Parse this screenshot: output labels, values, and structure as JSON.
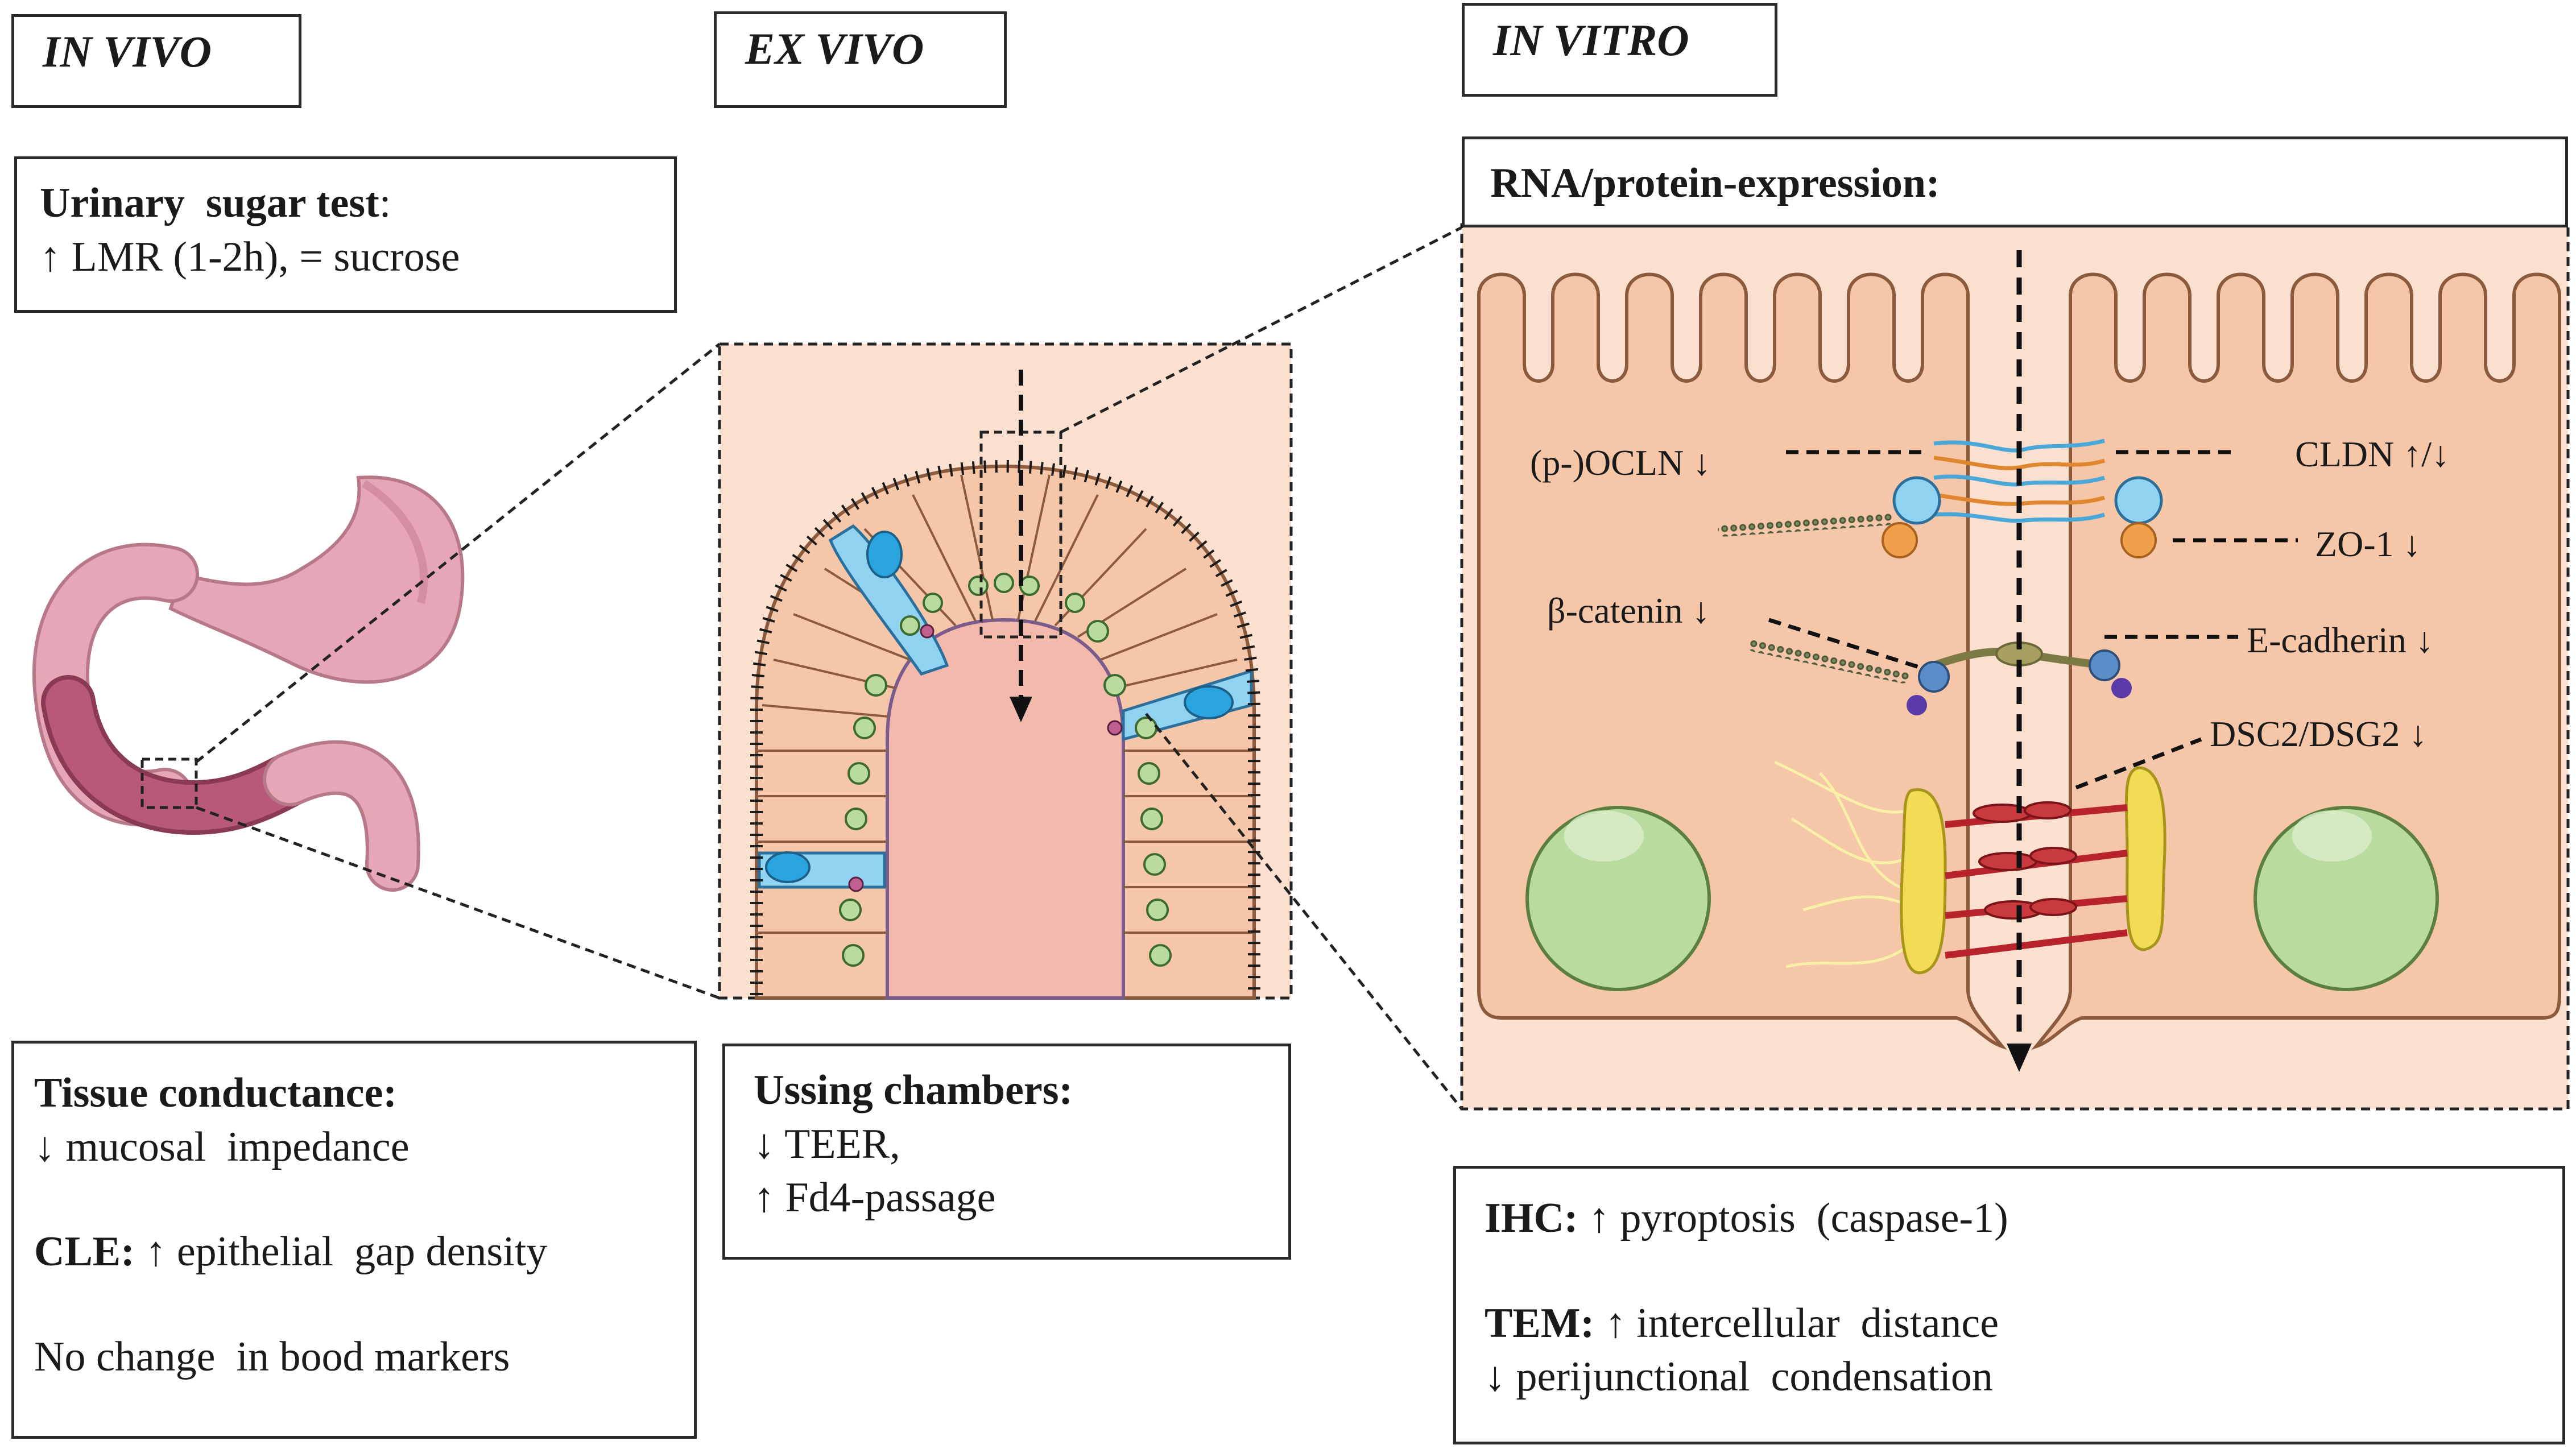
{
  "colors": {
    "cell_fill": "#f5c6a8",
    "cell_stroke": "#8c5a3c",
    "lumen_fill": "#f2b9ac",
    "background_pink": "#fbe0d0",
    "goblet_blue": "#8fd3f0",
    "nucleus_green": "#b9dc9e",
    "tj_blue": "#4aa8d8",
    "tj_orange": "#e0862f",
    "desmosome_red": "#b8232b",
    "desmosome_yellow": "#f2dc55",
    "stomach_pink": "#e6a6b6"
  },
  "in_vivo": {
    "header": "IN VIVO",
    "test_box": {
      "title": "Urinary  sugar test",
      "title_suffix": ":",
      "line1": "↑ LMR (1-2h), = sucrose"
    },
    "results_box": {
      "tissue_title": "Tissue conductance:",
      "tissue_line": "↓ mucosal  impedance",
      "cle_title": "CLE:",
      "cle_line": " ↑ epithelial  gap density",
      "blood_line": "No change  in bood markers"
    }
  },
  "ex_vivo": {
    "header": "EX VIVO",
    "ussing_box": {
      "title": "Ussing chambers:",
      "line1": "↓ TEER,",
      "line2": "↑ Fd4-passage"
    }
  },
  "in_vitro": {
    "header": "IN VITRO",
    "rna_title": "RNA/protein-expression:",
    "labels": {
      "ocln": "(p-)OCLN ↓",
      "cldn": "CLDN ↑/↓",
      "zo1": "ZO-1 ↓",
      "bcatenin": "β-catenin ↓",
      "ecadherin": "E-cadherin ↓",
      "dsc": "DSC2/DSG2 ↓"
    },
    "methods_box": {
      "ihc_title": "IHC:",
      "ihc_line": " ↑ pyroptosis  (caspase-1)",
      "tem_title": "TEM:",
      "tem_line": " ↑ intercellular  distance",
      "tem_line2": "↓ perijunctional  condensation"
    }
  }
}
